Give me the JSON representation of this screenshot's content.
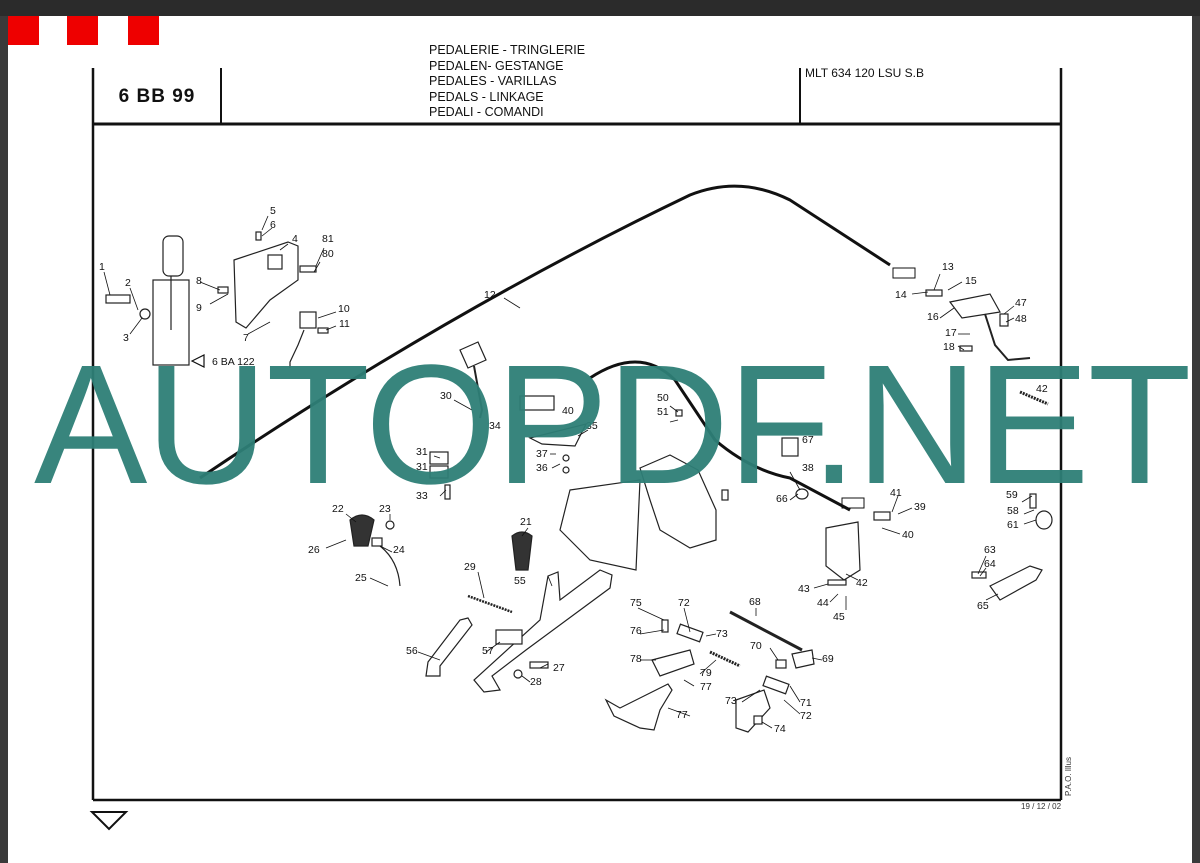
{
  "document": {
    "section_code": "6 BB 99",
    "titles": [
      "PEDALERIE - TRINGLERIE",
      "PEDALEN- GESTANGE",
      "PEDALES - VARILLAS",
      "PEDALS - LINKAGE",
      "PEDALI - COMANDI"
    ],
    "model": "MLT 634 120 LSU S.B",
    "reference_note": "6 BA 122",
    "side_info": "P.A.O. Illus",
    "date": "19 / 12 / 02",
    "watermark": "AUTOPDF.NET"
  },
  "callouts": {
    "c1": "1",
    "c2": "2",
    "c3": "3",
    "c4": "4",
    "c5": "5",
    "c6": "6",
    "c7": "7",
    "c8": "8",
    "c9": "9",
    "c10": "10",
    "c11": "11",
    "c12": "12",
    "c13": "13",
    "c14": "14",
    "c15": "15",
    "c16": "16",
    "c17": "17",
    "c18": "18",
    "c21": "21",
    "c22": "22",
    "c23": "23",
    "c24": "24",
    "c25": "25",
    "c26": "26",
    "c27": "27",
    "c28": "28",
    "c29": "29",
    "c30": "30",
    "c31a": "31",
    "c31b": "31",
    "c33": "33",
    "c34": "34",
    "c35": "35",
    "c36": "36",
    "c37": "37",
    "c38": "38",
    "c39": "39",
    "c40a": "40",
    "c40b": "40",
    "c41": "41",
    "c42a": "42",
    "c42b": "42",
    "c43": "43",
    "c44": "44",
    "c45": "45",
    "c47": "47",
    "c48": "48",
    "c50": "50",
    "c51": "51",
    "c55": "55",
    "c56": "56",
    "c57": "57",
    "c58": "58",
    "c59": "59",
    "c61": "61",
    "c63": "63",
    "c64": "64",
    "c65": "65",
    "c66": "66",
    "c67": "67",
    "c68": "68",
    "c69": "69",
    "c70": "70",
    "c71": "71",
    "c72a": "72",
    "c72b": "72",
    "c73a": "73",
    "c73b": "73",
    "c74": "74",
    "c75": "75",
    "c76": "76",
    "c77a": "77",
    "c77b": "77",
    "c78": "78",
    "c79": "79",
    "c80": "80",
    "c81": "81"
  },
  "colors": {
    "accent_red": "#ee0000",
    "watermark": "#2e7f77",
    "ink": "#111111"
  }
}
